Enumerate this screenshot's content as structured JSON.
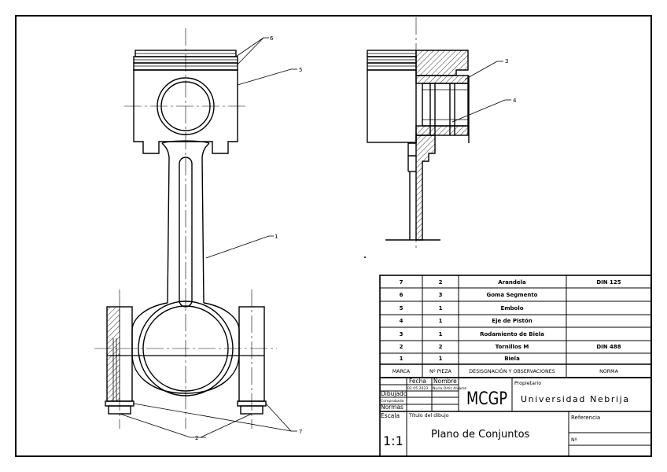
{
  "callouts": [
    "1",
    "2",
    "3",
    "4",
    "5",
    "6",
    "7"
  ],
  "parts_list": {
    "rows": [
      {
        "marca": "7",
        "n_pieza": "2",
        "designacion": "Arandela",
        "norma": "DIN 125"
      },
      {
        "marca": "6",
        "n_pieza": "3",
        "designacion": "Goma Segmento",
        "norma": ""
      },
      {
        "marca": "5",
        "n_pieza": "1",
        "designacion": "Embolo",
        "norma": ""
      },
      {
        "marca": "4",
        "n_pieza": "1",
        "designacion": "Eje de Pistón",
        "norma": ""
      },
      {
        "marca": "3",
        "n_pieza": "1",
        "designacion": "Rodamiento de Biela",
        "norma": ""
      },
      {
        "marca": "2",
        "n_pieza": "2",
        "designacion": "Tornillos M",
        "norma": "DIN 488"
      },
      {
        "marca": "1",
        "n_pieza": "1",
        "designacion": "Biela",
        "norma": ""
      }
    ],
    "headers": {
      "marca": "MARCA",
      "n_pieza": "Nº PIEZA",
      "designacion": "DESISGNACIÓN Y OBSERVACIONES",
      "norma": "NORMA"
    }
  },
  "title_block": {
    "fecha_label": "Fecha",
    "nombre_label": "Nombre",
    "dibujado_label": "Dibujado",
    "dibujado_fecha": "02.05.2023",
    "dibujado_nombre": "Nuria Ortiz Alvarez",
    "comprobado_label": "Comprobado",
    "normas_label": "Normas",
    "logo_text": "MCGP",
    "propietario_label": "Propietario",
    "propietario": "Universidad Nebrija",
    "escala_label": "Escala",
    "escala": "1:1",
    "titulo_label": "Título del dibujo",
    "titulo": "Plano de Conjuntos",
    "referencia_label": "Referencia",
    "numero_label": "Nº"
  }
}
